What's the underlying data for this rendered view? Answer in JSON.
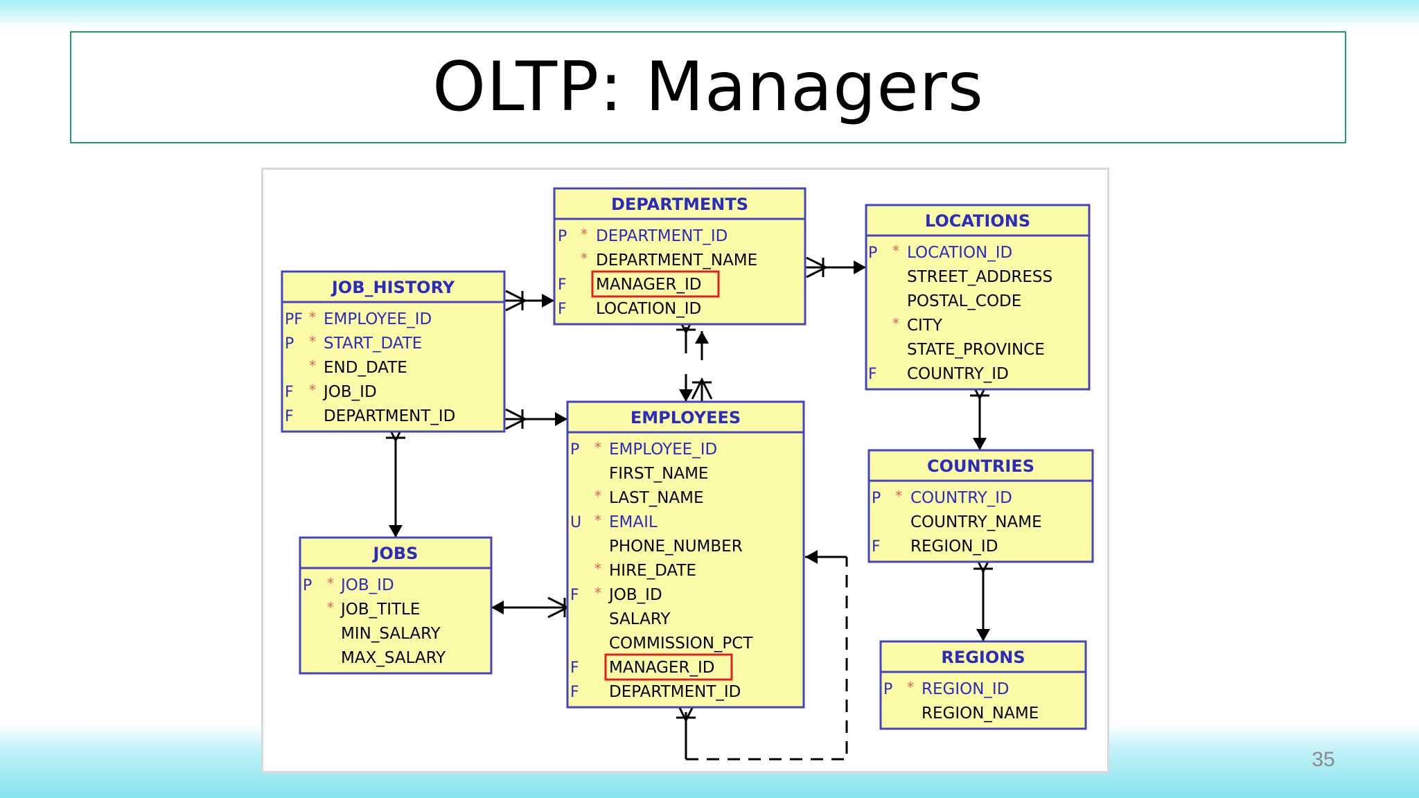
{
  "slide": {
    "title": "OLTP: Managers",
    "page_number": "35"
  },
  "colors": {
    "table_fill": "#fcfba8",
    "table_border": "#4444bb",
    "key_text": "#2b2bbd",
    "attr_text": "#000000",
    "mandatory_star": "#e06060",
    "highlight": "#e02020",
    "title_border": "#1f9e6d"
  },
  "tables": {
    "departments": {
      "name": "DEPARTMENTS",
      "rows": [
        {
          "flag": "P",
          "star": "*",
          "name": "DEPARTMENT_ID",
          "key": true
        },
        {
          "flag": "",
          "star": "*",
          "name": "DEPARTMENT_NAME",
          "key": false
        },
        {
          "flag": "F",
          "star": "",
          "name": "MANAGER_ID",
          "key": false,
          "highlight": true
        },
        {
          "flag": "F",
          "star": "",
          "name": "LOCATION_ID",
          "key": false
        }
      ]
    },
    "locations": {
      "name": "LOCATIONS",
      "rows": [
        {
          "flag": "P",
          "star": "*",
          "name": "LOCATION_ID",
          "key": true
        },
        {
          "flag": "",
          "star": "",
          "name": "STREET_ADDRESS",
          "key": false
        },
        {
          "flag": "",
          "star": "",
          "name": "POSTAL_CODE",
          "key": false
        },
        {
          "flag": "",
          "star": "*",
          "name": "CITY",
          "key": false
        },
        {
          "flag": "",
          "star": "",
          "name": "STATE_PROVINCE",
          "key": false
        },
        {
          "flag": "F",
          "star": "",
          "name": "COUNTRY_ID",
          "key": false
        }
      ]
    },
    "job_history": {
      "name": "JOB_HISTORY",
      "rows": [
        {
          "flag": "PF",
          "star": "*",
          "name": "EMPLOYEE_ID",
          "key": true
        },
        {
          "flag": "P",
          "star": "*",
          "name": "START_DATE",
          "key": true
        },
        {
          "flag": "",
          "star": "*",
          "name": "END_DATE",
          "key": false
        },
        {
          "flag": "F",
          "star": "*",
          "name": "JOB_ID",
          "key": false
        },
        {
          "flag": "F",
          "star": "",
          "name": "DEPARTMENT_ID",
          "key": false
        }
      ]
    },
    "employees": {
      "name": "EMPLOYEES",
      "rows": [
        {
          "flag": "P",
          "star": "*",
          "name": "EMPLOYEE_ID",
          "key": true
        },
        {
          "flag": "",
          "star": "",
          "name": "FIRST_NAME",
          "key": false
        },
        {
          "flag": "",
          "star": "*",
          "name": "LAST_NAME",
          "key": false
        },
        {
          "flag": "U",
          "star": "*",
          "name": "EMAIL",
          "key": true
        },
        {
          "flag": "",
          "star": "",
          "name": "PHONE_NUMBER",
          "key": false
        },
        {
          "flag": "",
          "star": "*",
          "name": "HIRE_DATE",
          "key": false
        },
        {
          "flag": "F",
          "star": "*",
          "name": "JOB_ID",
          "key": false
        },
        {
          "flag": "",
          "star": "",
          "name": "SALARY",
          "key": false
        },
        {
          "flag": "",
          "star": "",
          "name": "COMMISSION_PCT",
          "key": false
        },
        {
          "flag": "F",
          "star": "",
          "name": "MANAGER_ID",
          "key": false,
          "highlight": true
        },
        {
          "flag": "F",
          "star": "",
          "name": "DEPARTMENT_ID",
          "key": false
        }
      ]
    },
    "jobs": {
      "name": "JOBS",
      "rows": [
        {
          "flag": "P",
          "star": "*",
          "name": "JOB_ID",
          "key": true
        },
        {
          "flag": "",
          "star": "*",
          "name": "JOB_TITLE",
          "key": false
        },
        {
          "flag": "",
          "star": "",
          "name": "MIN_SALARY",
          "key": false
        },
        {
          "flag": "",
          "star": "",
          "name": "MAX_SALARY",
          "key": false
        }
      ]
    },
    "countries": {
      "name": "COUNTRIES",
      "rows": [
        {
          "flag": "P",
          "star": "*",
          "name": "COUNTRY_ID",
          "key": true
        },
        {
          "flag": "",
          "star": "",
          "name": "COUNTRY_NAME",
          "key": false
        },
        {
          "flag": "F",
          "star": "",
          "name": "REGION_ID",
          "key": false
        }
      ]
    },
    "regions": {
      "name": "REGIONS",
      "rows": [
        {
          "flag": "P",
          "star": "*",
          "name": "REGION_ID",
          "key": true
        },
        {
          "flag": "",
          "star": "",
          "name": "REGION_NAME",
          "key": false
        }
      ]
    }
  }
}
